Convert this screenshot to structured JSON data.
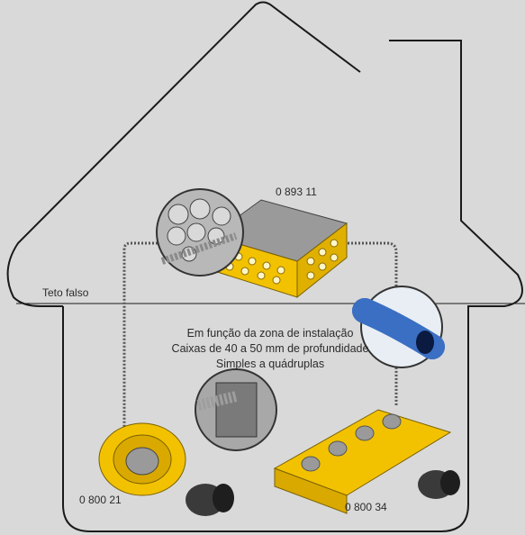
{
  "labels": {
    "ceiling": "Teto falso",
    "junction_box_ref": "0 893 11",
    "single_box_ref": "0 800 21",
    "quad_box_ref": "0 800 34"
  },
  "note": {
    "line1": "Em função da zona de instalação",
    "line2": "Caixas de 40 a 50 mm de profundidade",
    "line3": "Simples a quádruplas"
  },
  "colors": {
    "background": "#d9d9d9",
    "house_outline": "#1a1a1a",
    "box_yellow": "#f2c200",
    "conduit_blue": "#1f4fa0",
    "wire_dashed": "#555555"
  }
}
